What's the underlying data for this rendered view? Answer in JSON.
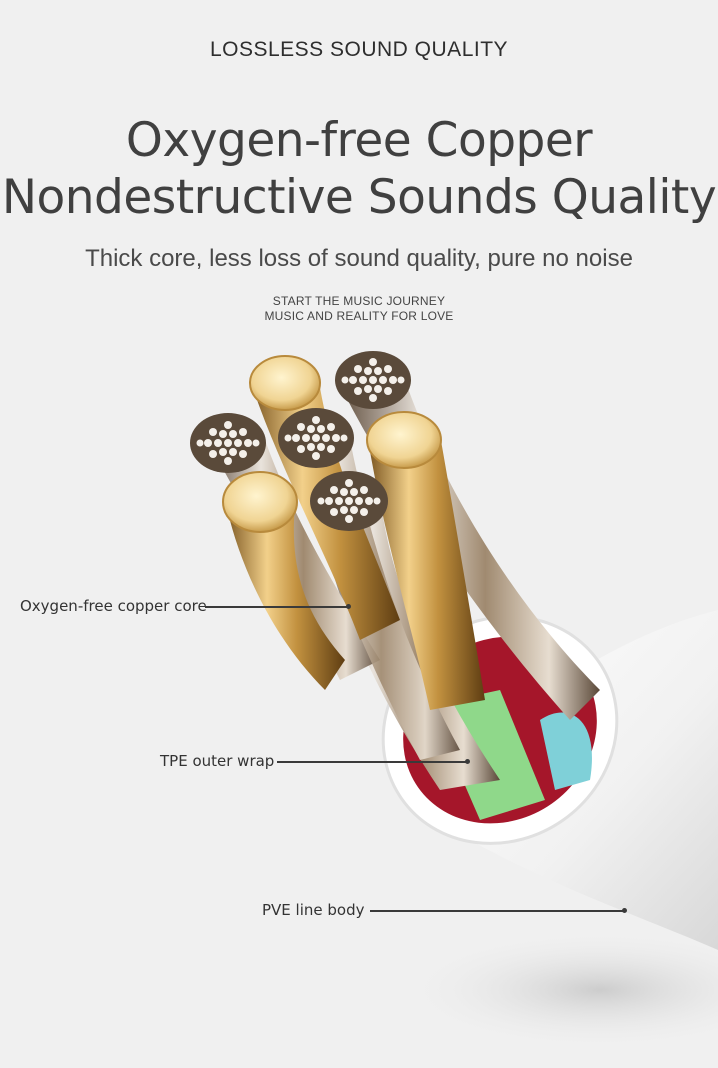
{
  "header": {
    "eyebrow": "LOSSLESS SOUND QUALITY",
    "headline_line1": "Oxygen-free Copper",
    "headline_line2": "Nondestructive Sounds Quality",
    "subline": "Thick core, less loss of sound quality, pure no noise",
    "tagline_line1": "START THE MUSIC JOURNEY",
    "tagline_line2": "MUSIC AND REALITY FOR LOVE"
  },
  "callouts": [
    {
      "label": "Oxygen-free copper core"
    },
    {
      "label": "TPE outer wrap"
    },
    {
      "label": "PVE line body"
    }
  ],
  "colors": {
    "background": "#f0f0f0",
    "copper": "#d4a85a",
    "tpe_green": "#8fd88a",
    "tpe_red": "#b01c28",
    "tpe_cyan": "#7fd0d8",
    "jacket": "#f7f7f7"
  }
}
